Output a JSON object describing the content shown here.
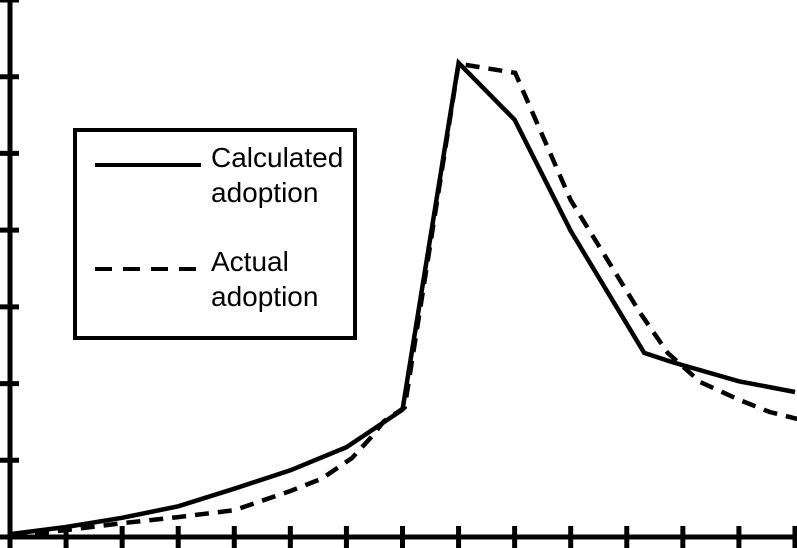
{
  "figure": {
    "background": "#ffffff",
    "line_color": "#000000"
  },
  "legend": {
    "position": "upper-left",
    "items": [
      {
        "label": "Calculated adoption",
        "line_style": "solid"
      },
      {
        "label": "Actual adoption",
        "line_style": "dashed"
      }
    ]
  },
  "chart_data": {
    "type": "line",
    "title": "",
    "xlabel": "",
    "ylabel": "",
    "xlim": [
      0,
      14
    ],
    "ylim": [
      0,
      7
    ],
    "grid": false,
    "tick_labels_visible": false,
    "legend_position": "upper left",
    "x_tick_positions": [
      0,
      1,
      2,
      3,
      4,
      5,
      6,
      7,
      8,
      9,
      10,
      11,
      12,
      13,
      14
    ],
    "y_tick_positions": [
      0,
      1,
      2,
      3,
      4,
      5,
      6,
      7
    ],
    "series": [
      {
        "name": "Calculated adoption",
        "line_style": "solid",
        "points": [
          [
            0.04,
            0.04
          ],
          [
            1.0,
            0.13
          ],
          [
            2.0,
            0.25
          ],
          [
            3.0,
            0.4
          ],
          [
            4.0,
            0.63
          ],
          [
            5.0,
            0.87
          ],
          [
            6.0,
            1.17
          ],
          [
            7.0,
            1.66
          ],
          [
            8.0,
            6.18
          ],
          [
            9.0,
            5.44
          ],
          [
            10.0,
            3.99
          ],
          [
            11.31,
            2.4
          ],
          [
            11.81,
            2.28
          ],
          [
            13.0,
            2.03
          ],
          [
            14.0,
            1.89
          ]
        ]
      },
      {
        "name": "Actual adoption",
        "line_style": "dashed",
        "points": [
          [
            0.04,
            0.01
          ],
          [
            1.0,
            0.09
          ],
          [
            2.0,
            0.18
          ],
          [
            3.0,
            0.26
          ],
          [
            4.0,
            0.35
          ],
          [
            5.0,
            0.6
          ],
          [
            5.56,
            0.76
          ],
          [
            6.1,
            1.03
          ],
          [
            6.44,
            1.3
          ],
          [
            6.67,
            1.51
          ],
          [
            7.04,
            1.69
          ],
          [
            8.0,
            6.17
          ],
          [
            9.01,
            6.05
          ],
          [
            10.0,
            4.39
          ],
          [
            11.24,
            2.92
          ],
          [
            11.73,
            2.4
          ],
          [
            12.31,
            2.02
          ],
          [
            13.0,
            1.79
          ],
          [
            13.55,
            1.63
          ],
          [
            14.04,
            1.54
          ]
        ]
      }
    ]
  }
}
